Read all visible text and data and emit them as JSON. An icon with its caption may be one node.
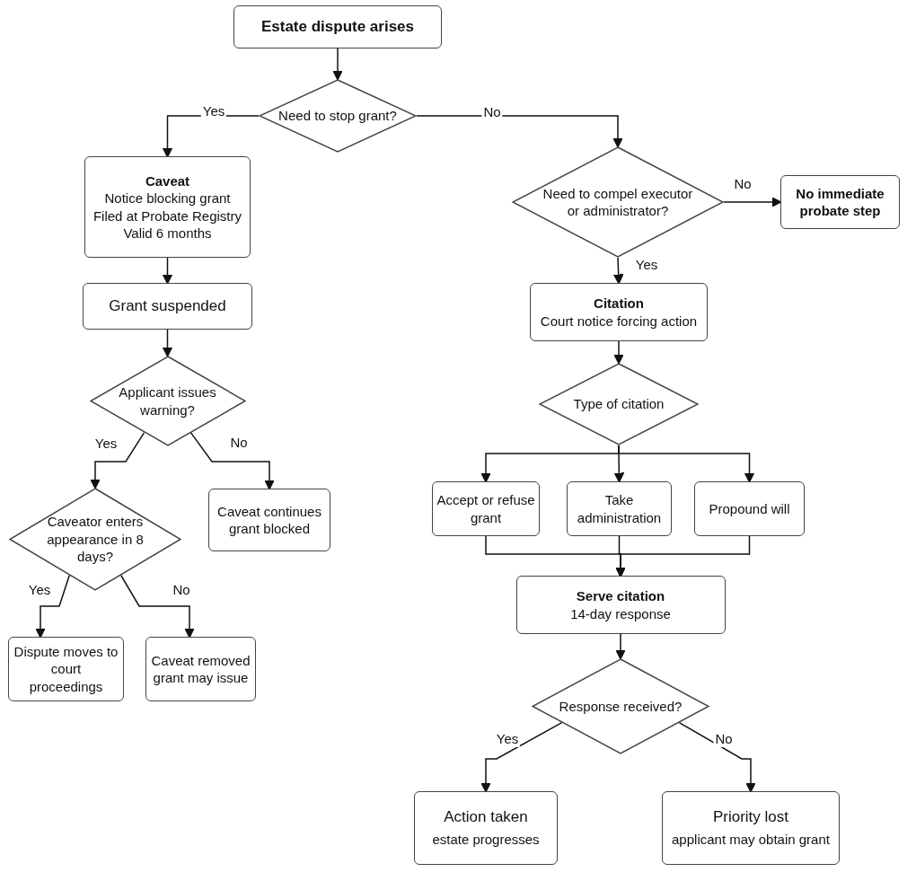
{
  "diagram": {
    "nodes": [
      {
        "text": [
          "Estate dispute arises"
        ]
      },
      {
        "text": [
          "Need to stop grant?"
        ]
      },
      {
        "text": [
          "Caveat",
          "Notice blocking grant",
          "Filed at Probate Registry",
          "Valid 6 months"
        ]
      },
      {
        "text": [
          "Need to compel executor or administrator?"
        ]
      },
      {
        "text": [
          "No immediate probate step"
        ]
      },
      {
        "text": [
          "Grant suspended"
        ]
      },
      {
        "text": [
          "Citation",
          "Court notice forcing action"
        ]
      },
      {
        "text": [
          "Applicant issues warning?"
        ]
      },
      {
        "text": [
          "Type of citation"
        ]
      },
      {
        "text": [
          "Caveator enters appearance in 8 days?"
        ]
      },
      {
        "text": [
          "Caveat continues grant blocked"
        ]
      },
      {
        "text": [
          "Accept or refuse grant"
        ]
      },
      {
        "text": [
          "Take administration"
        ]
      },
      {
        "text": [
          "Propound will"
        ]
      },
      {
        "text": [
          "Serve citation",
          "14-day response"
        ]
      },
      {
        "text": [
          "Dispute moves to court proceedings"
        ]
      },
      {
        "text": [
          "Caveat removed grant may issue"
        ]
      },
      {
        "text": [
          "Response received?"
        ]
      },
      {
        "text": [
          "Action taken",
          "estate progresses"
        ]
      },
      {
        "text": [
          "Priority lost",
          "applicant may obtain grant"
        ]
      }
    ],
    "edges": [
      {
        "from": 0,
        "to": 1,
        "arrow": "to"
      },
      {
        "from": 1,
        "to": 2,
        "arrow": "to",
        "label": "Yes"
      },
      {
        "from": 1,
        "to": 3,
        "arrow": "to",
        "label": "No"
      },
      {
        "from": 3,
        "to": 4,
        "arrow": "to",
        "label": "No"
      },
      {
        "from": 3,
        "to": 6,
        "arrow": "to",
        "label": "Yes"
      },
      {
        "from": 2,
        "to": 5,
        "arrow": "to"
      },
      {
        "from": 5,
        "to": 7,
        "arrow": "to"
      },
      {
        "from": 6,
        "to": 8,
        "arrow": "to"
      },
      {
        "from": 7,
        "to": 9,
        "arrow": "to",
        "label": "Yes"
      },
      {
        "from": 7,
        "to": 10,
        "arrow": "to",
        "label": "No"
      },
      {
        "from": 9,
        "to": 15,
        "arrow": "to",
        "label": "Yes"
      },
      {
        "from": 9,
        "to": 16,
        "arrow": "to",
        "label": "No"
      },
      {
        "from": 8,
        "to": 11,
        "arrow": "to"
      },
      {
        "from": 8,
        "to": 12,
        "arrow": "to"
      },
      {
        "from": 8,
        "to": 13,
        "arrow": "to"
      },
      {
        "from": 11,
        "to": 14,
        "arrow": "to"
      },
      {
        "from": 12,
        "to": 14,
        "arrow": "to"
      },
      {
        "from": 13,
        "to": 14,
        "arrow": "to"
      },
      {
        "from": 14,
        "to": 17,
        "arrow": "to"
      },
      {
        "from": 17,
        "to": 18,
        "arrow": "to",
        "label": "Yes"
      },
      {
        "from": 17,
        "to": 19,
        "arrow": "to",
        "label": "No"
      }
    ]
  }
}
